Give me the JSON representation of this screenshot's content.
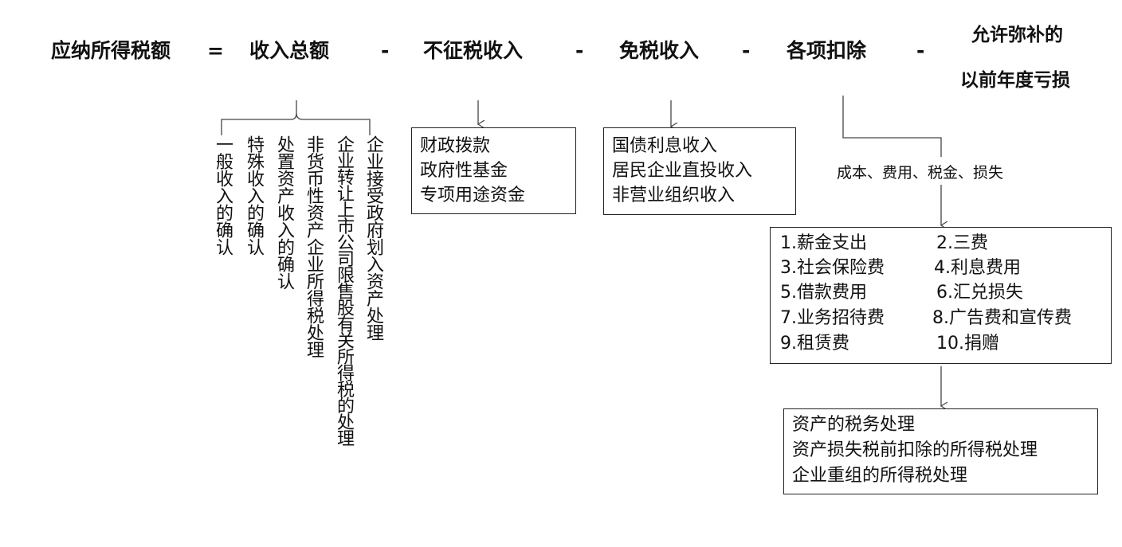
{
  "formula": {
    "lhs": "应纳所得税额",
    "eq": "=",
    "term1": "收入总额",
    "minus": "-",
    "term2": "不征税收入",
    "term3": "免税收入",
    "term4": "各项扣除",
    "term5_line1": "允许弥补的",
    "term5_line2": "以前年度亏损"
  },
  "income_items": [
    "一般收入的确认",
    "特殊收入的确认",
    "处置资产收入的确认",
    "非货币性资产企业所得税处理",
    "企业转让上市公司限售股有关所得税的处理",
    "企业接受政府划入资产处理"
  ],
  "non_taxable": [
    "财政拨款",
    "政府性基金",
    "专项用途资金"
  ],
  "tax_exempt": [
    "国债利息收入",
    "居民企业直投收入",
    "非营业组织收入"
  ],
  "deduction_label": "成本、费用、税金、损失",
  "deductions": [
    "1.薪金支出",
    "2.三费",
    "3.社会保险费",
    "4.利息费用",
    "5.借款费用",
    "6.汇兑损失",
    "7.业务招待费",
    "8.广告费和宣传费",
    "9.租赁费",
    "10.捐赠"
  ],
  "asset_items": [
    "资产的税务处理",
    "资产损失税前扣除的所得税处理",
    "企业重组的所得税处理"
  ]
}
